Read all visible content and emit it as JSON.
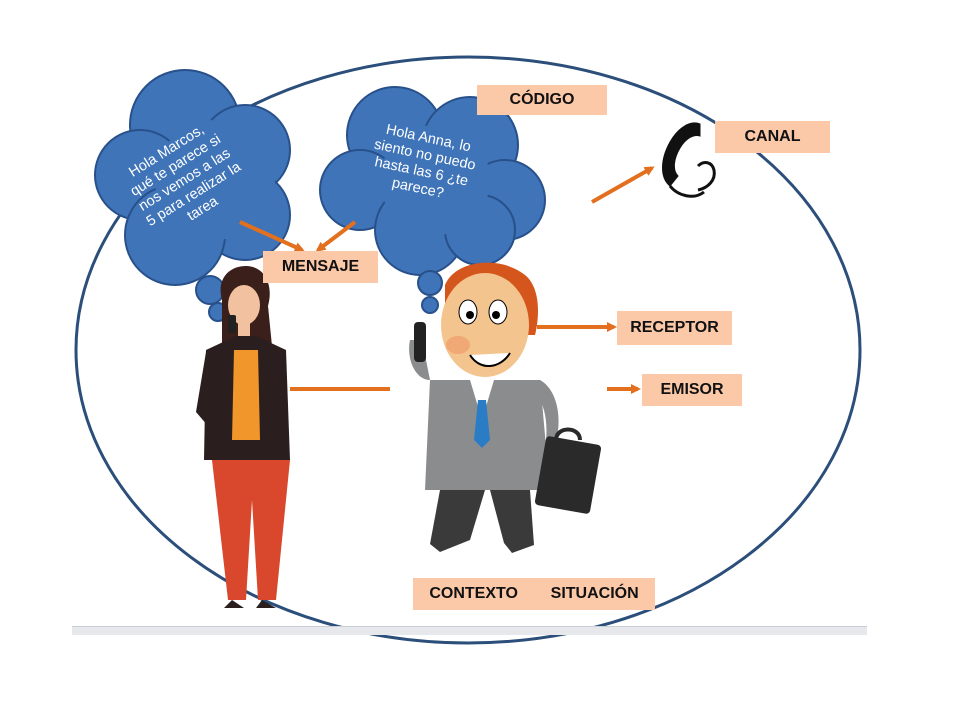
{
  "labels": {
    "codigo": "CÓDIGO",
    "canal": "CANAL",
    "mensaje": "MENSAJE",
    "receptor": "RECEPTOR",
    "emisor": "EMISOR",
    "contexto": "CONTEXTO",
    "situacion": "SITUACIÓN"
  },
  "bubbles": {
    "woman": "Hola Marcos,\nqué te parece si\nnos vemos a las\n5 para realizar la\ntarea",
    "man": "Hola Anna,  lo\nsiento no puedo\nhasta las 6 ¿te\nparece?"
  },
  "colors": {
    "label_bg": "#fbc8a8",
    "arrow": "#e2701e",
    "bubble": "#3f74b8",
    "ellipse": "#2b4f7a"
  },
  "icons": [
    "telephone-icon",
    "woman-figure",
    "businessman-figure",
    "briefcase-icon"
  ]
}
